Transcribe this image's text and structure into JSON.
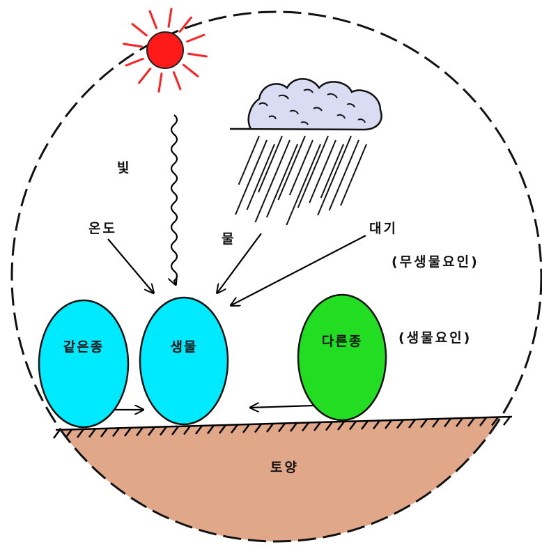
{
  "colors": {
    "sun": "#ff1a1a",
    "sun_rays": "#ff2020",
    "cloud": "#d9dcf2",
    "same_species": "#00eaff",
    "organism": "#00eaff",
    "other_species": "#22dd22",
    "soil": "#e0a889",
    "line": "#000000"
  },
  "labels": {
    "light": "빛",
    "temperature": "온도",
    "water": "물",
    "atmosphere": "대기",
    "abiotic_factors": "(무생물요인)",
    "biotic_factors": "(생물요인)",
    "same_species": "같은종",
    "organism": "생물",
    "other_species": "다른종",
    "soil": "토양"
  },
  "icons": [
    "sun-icon",
    "rain-cloud-icon"
  ]
}
